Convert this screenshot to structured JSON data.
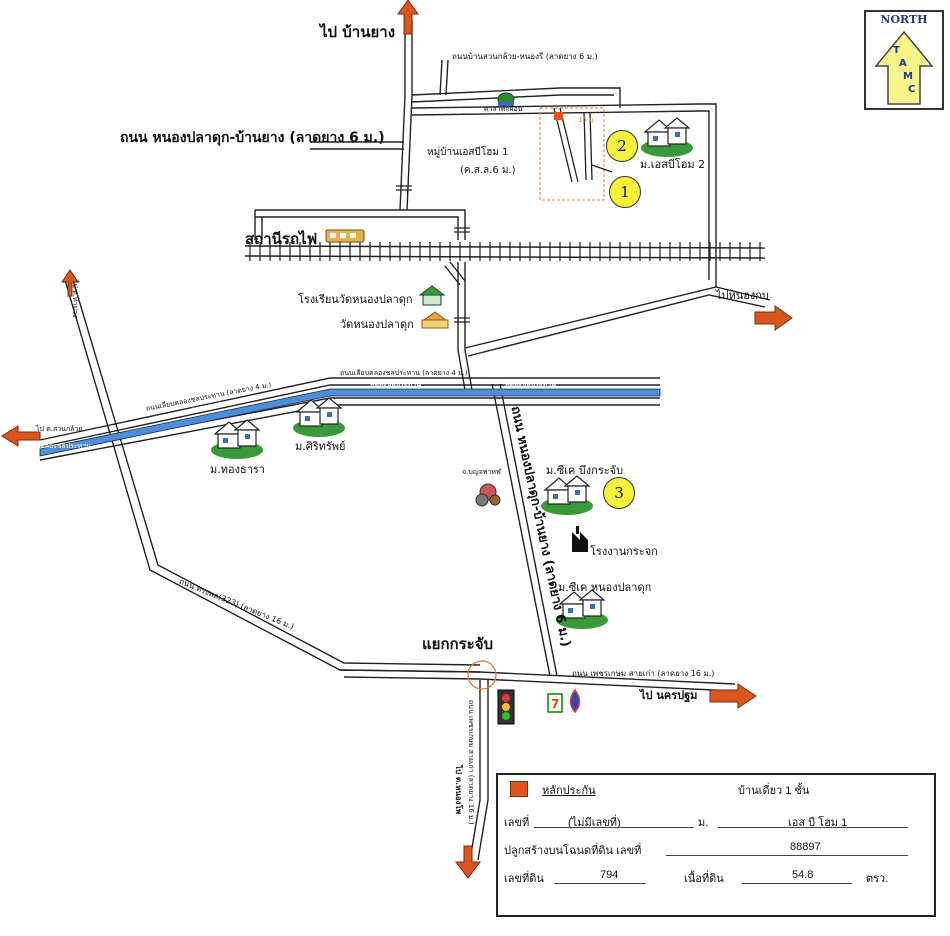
{
  "north": {
    "title": "NORTH",
    "letters": [
      "T",
      "A",
      "M",
      "C"
    ]
  },
  "labels": {
    "to_ban_yang": "ไป บ้านยาง",
    "soi_road": "ถนนบ้านสวนกล้วย-หนองรี (ลาดยาง 6 ม.)",
    "main_road": "ถนน หนองปลาดุก-บ้านยาง (ลาดยาง 6 ม.)",
    "pavilion": "ศาลาพักผ่อน",
    "village1_name": "หมู่บ้านเอสบีโฮม 1",
    "village1_road": "(ค.ส.ล.6 ม.)",
    "distance": "15 ม.",
    "village2": "ม.เอสบีโฮม 2",
    "station": "สถานีรถไฟ",
    "school": "โรงเรียนวัดหนองปลาดุก",
    "temple": "วัดหนองปลาดุก",
    "to_nong_kop": "ไปหนองกบ",
    "canal_road_top": "ถนนเลียบคลองชลประทาน (ลาดยาง 4 ม.)",
    "canal_top": "คลองชลประทาน",
    "canal_right": "คลองชลประทาน",
    "canal_road_left": "ถนนเลียบคลองชลประทาน (ลาดยาง 4 ม.)",
    "canal_left": "คลองชลประทาน",
    "to_tha_muang": "ไป ต.ท่าม่วง",
    "to_talat_left": "ไป ต.สวนกล้วย",
    "canal_left2": "คลองชลประทาน",
    "thong_thara": "ม.ทองธารา",
    "siri_sap": "ม.ศิริทรัพย์",
    "main_road_vertical": "ถนน หนองปลาดุก-บ้านยาง (ลาดยาง 6 ม.)",
    "sk_bueng": "ม.ซีเค บึงกระจับ",
    "factory_small": "จ.บญจพาหฬ",
    "glass_factory": "โรงงานกระจก",
    "sk_nong": "ม.ซีเค หนองปลาดุก",
    "road_323": "ถนน ทรงพล(323) (ลาดยาง 16 ม.)",
    "junction": "แยกกระจับ",
    "road_right": "ถนน เพชรเกษม สายเก่า (ลาดยาง 16 ม.)",
    "to_nakhon_pathom": "ไป นครปฐม",
    "road_down": "ถนน เพชรเกษม สายเก่า (ลาดยาง 16 ม.)",
    "to_nong_pho": "ไป ต.หนองโพ"
  },
  "markers": [
    "1",
    "2",
    "3"
  ],
  "legend": {
    "title": "หลักประกัน",
    "type": "บ้านเดี่ยว 1  ชั้น",
    "no_label": "เลขที่",
    "no_value": "(ไม่มีเลขที่)",
    "m_label": "ม.",
    "m_value": "เอส บี โฮม 1",
    "deed_label": "ปลูกสร้างบนโฉนดที่ดิน เลขที่",
    "deed_value": "88897",
    "land_no_label": "เลขที่ดิน",
    "land_no_value": "794",
    "area_label": "เนื้อที่ดิน",
    "area_value": "54.8",
    "area_unit": "ตรว."
  },
  "colors": {
    "road": "#222222",
    "arrow": "#d9561e",
    "canal": "#4a8fd8",
    "marker": "#f5f03a",
    "north_arrow": "#f7f48a",
    "collateral": "#e0531a"
  }
}
